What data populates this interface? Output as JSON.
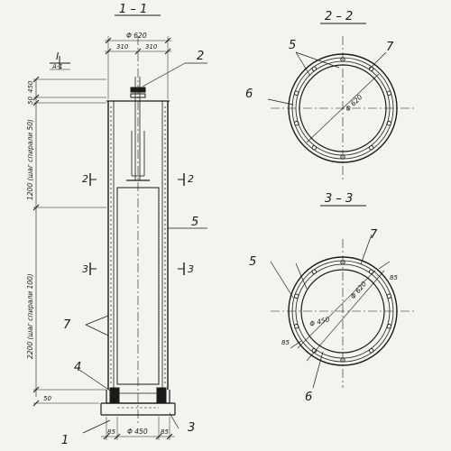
{
  "sections": {
    "s11": "1 – 1",
    "s22": "2 – 2",
    "s33": "3 – 3",
    "cut1": "I",
    "cut1b": "А-1",
    "cut2l": "2",
    "cut2r": "2",
    "cut3l": "3",
    "cut3r": "3"
  },
  "dims": {
    "top_dia": "Φ 620",
    "left_310": "310",
    "right_310": "310",
    "d450_top": "450",
    "d50_top": "50",
    "spiral50": "1200 (шаг спирали 50)",
    "spiral100": "2200 (шаг спирали 100)",
    "d50_bot": "50",
    "bot_dia": "Φ 450",
    "bot_85_left": "85",
    "bot_85_right": "85",
    "s22_dia": "Φ 620",
    "s33_outer": "Φ 620",
    "s33_inner": "Φ 450",
    "s33_85a": "85",
    "s33_85b": "85"
  },
  "callouts": {
    "c2": "2",
    "c5": "5",
    "c7": "7",
    "c4": "4",
    "c1": "1",
    "c3": "3",
    "s22_5": "5",
    "s22_6": "6",
    "s22_7": "7",
    "s33_5": "5",
    "s33_7": "7",
    "s33_6": "6"
  },
  "colors": {
    "ink": "#1a1a1a",
    "paper": "#f4f3ee"
  }
}
